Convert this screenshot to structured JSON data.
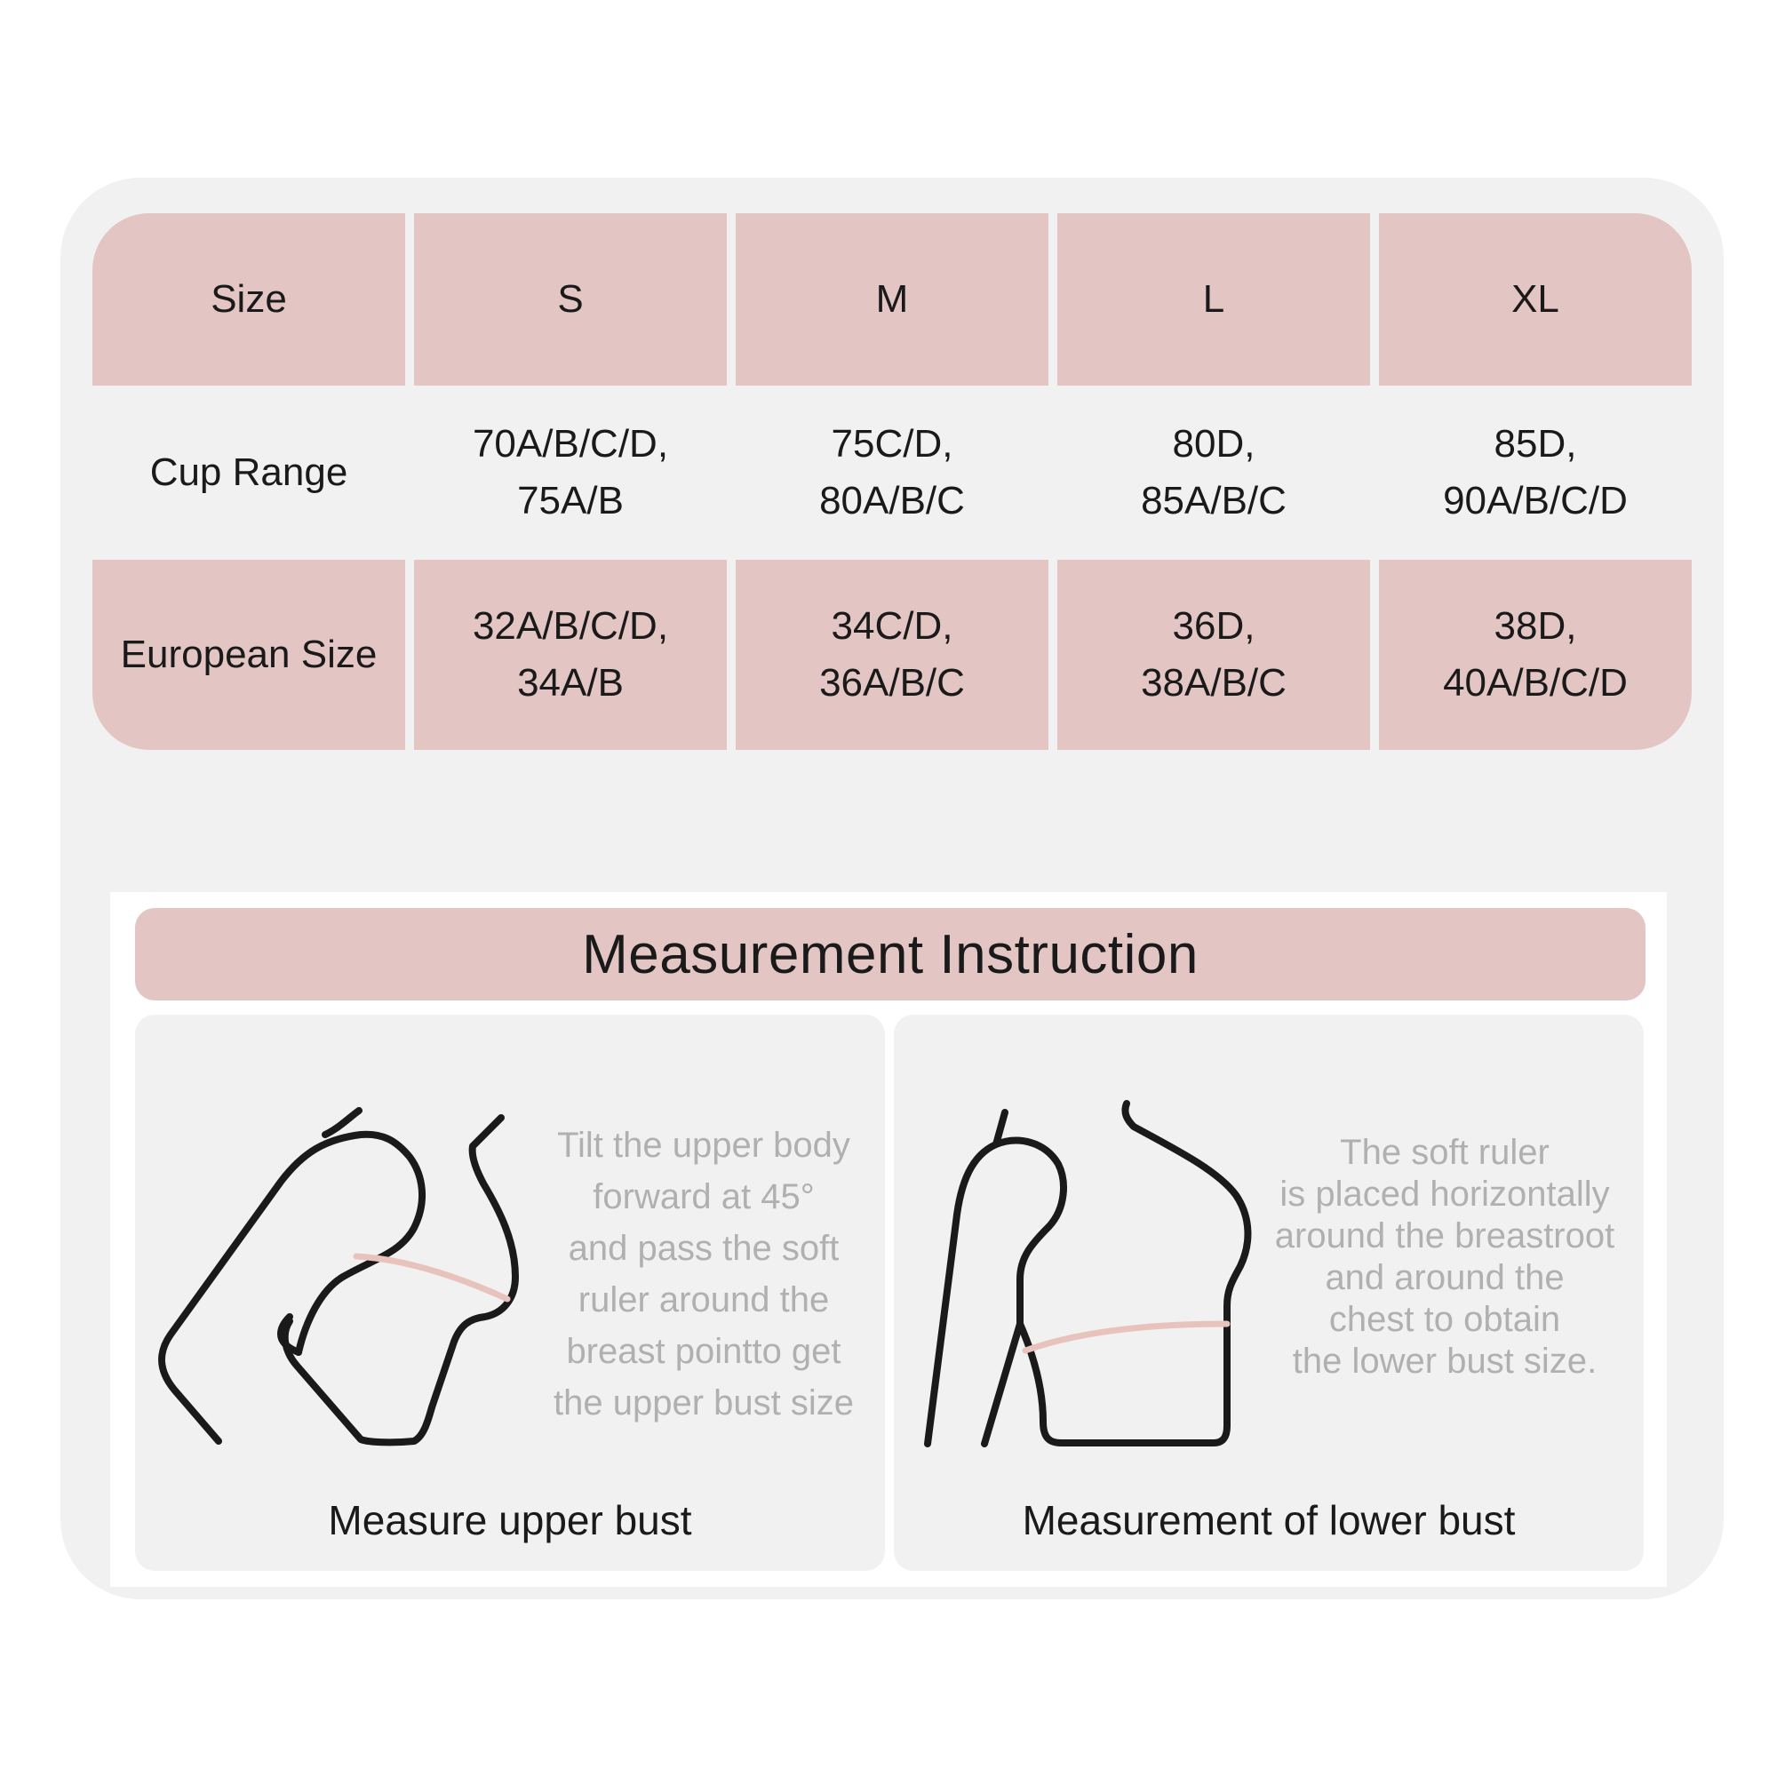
{
  "size_table": {
    "header": [
      "Size",
      "S",
      "M",
      "L",
      "XL"
    ],
    "rows": [
      {
        "label": "Cup Range",
        "values": [
          [
            "70A/B/C/D,",
            "75A/B"
          ],
          [
            "75C/D,",
            "80A/B/C"
          ],
          [
            "80D,",
            "85A/B/C"
          ],
          [
            "85D,",
            "90A/B/C/D"
          ]
        ]
      },
      {
        "label": "European Size",
        "values": [
          [
            "32A/B/C/D,",
            "34A/B"
          ],
          [
            "34C/D,",
            "36A/B/C"
          ],
          [
            "36D,",
            "38A/B/C"
          ],
          [
            "38D,",
            "40A/B/C/D"
          ]
        ]
      }
    ]
  },
  "instructions": {
    "title": "Measurement Instruction",
    "upper": {
      "lines": [
        "Tilt the upper body",
        "forward at 45°",
        "and pass the soft",
        "ruler around the",
        "breast pointto get",
        "the upper bust size"
      ],
      "caption": "Measure upper bust",
      "icon": "torso-tilted-icon"
    },
    "lower": {
      "lines": [
        "The soft ruler",
        "is placed horizontally",
        "around the breastroot",
        "and around the",
        "chest to obtain",
        "the lower bust size."
      ],
      "caption": "Measurement of lower bust",
      "icon": "torso-upright-icon"
    }
  },
  "colors": {
    "accent_pink": "#e3c6c4",
    "panel_gray": "#f1f1f1",
    "ruler_pink": "#e8c3bd",
    "muted_text": "#b0b0b0"
  }
}
